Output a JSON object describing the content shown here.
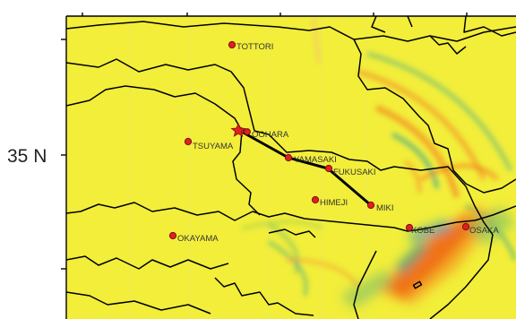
{
  "map": {
    "lat_label": "35 N",
    "background_color": "#f2ee3a",
    "frame_color": "#000000",
    "cities": [
      {
        "name": "TOTTORI",
        "marker": "red-circle"
      },
      {
        "name": "OOHARA",
        "marker": "red-circle"
      },
      {
        "name": "TSUYAMA",
        "marker": "red-circle"
      },
      {
        "name": "YAMASAKI",
        "marker": "red-circle"
      },
      {
        "name": "FUKUSAKI",
        "marker": "red-circle"
      },
      {
        "name": "HIMEJI",
        "marker": "red-circle"
      },
      {
        "name": "MIKI",
        "marker": "red-circle"
      },
      {
        "name": "KOBE",
        "marker": "red-circle"
      },
      {
        "name": "OSAKA",
        "marker": "red-circle"
      },
      {
        "name": "OKAYAMA",
        "marker": "red-circle"
      }
    ],
    "epicenter": {
      "marker": "red-star-icon"
    },
    "fault_line": {
      "color": "#000000"
    },
    "colors": {
      "field_base": "#f2ee3a",
      "high": "#f06a18",
      "medium": "#f7b028",
      "low": "#2aa38a",
      "marker": "#e02020"
    }
  }
}
